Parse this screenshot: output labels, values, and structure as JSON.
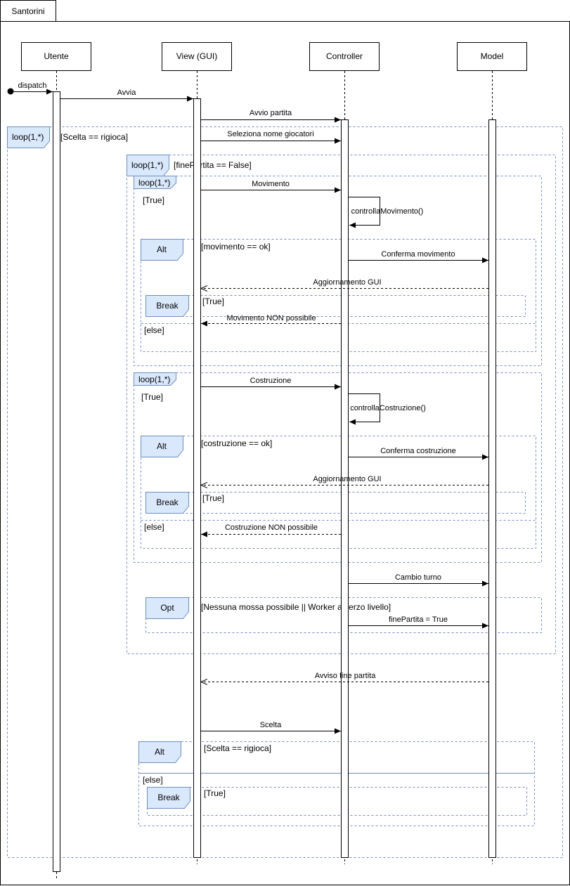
{
  "diagram_title": "Santorini",
  "participants": {
    "utente": "Utente",
    "view": "View (GUI)",
    "controller": "Controller",
    "model": "Model"
  },
  "messages": {
    "dispatch": "dispatch",
    "avvia": "Avvia",
    "avvio_partita": "Avvio partita",
    "seleziona_nome": "Seleziona nome giocatori",
    "movimento": "Movimento",
    "controlla_movimento": "controllaMovimento()",
    "conferma_movimento": "Conferma movimento",
    "aggiornamento_gui_1": "Aggiornamento GUI",
    "movimento_non_possibile": "Movimento NON possibile",
    "costruzione": "Costruzione",
    "controlla_costruzione": "controllaCostruzione()",
    "conferma_costruzione": "Conferma costruzione",
    "aggiornamento_gui_2": "Aggiornamento GUI",
    "costruzione_non_possibile": "Costruzione NON possibile",
    "cambio_turno": "Cambio turno",
    "fine_partita_true": "finePartita = True",
    "avviso_fine_partita": "Avviso fine partita",
    "scelta": "Scelta"
  },
  "fragments": {
    "outer_loop": {
      "label": "loop(1,*)",
      "guard": "[Scelta == rigioca]"
    },
    "game_loop": {
      "label": "loop(1,*)",
      "guard": "[finePartita == False]"
    },
    "move_loop": {
      "label": "loop(1,*)",
      "guard": "[True]"
    },
    "move_alt": {
      "label": "Alt",
      "guard": "[movimento == ok]",
      "else_guard": "[else]"
    },
    "move_break": {
      "label": "Break",
      "guard": "[True]"
    },
    "build_loop": {
      "label": "loop(1,*)",
      "guard": "[True]"
    },
    "build_alt": {
      "label": "Alt",
      "guard": "[costruzione == ok]",
      "else_guard": "[else]"
    },
    "build_break": {
      "label": "Break",
      "guard": "[True]"
    },
    "opt": {
      "label": "Opt",
      "guard": "[Nessuna mossa possibile || Worker al terzo livello]"
    },
    "end_alt": {
      "label": "Alt",
      "guard": "[Scelta == rigioca]",
      "else_guard": "[else]"
    },
    "end_break": {
      "label": "Break",
      "guard": "[True]"
    }
  },
  "colors": {
    "fragment_border": "#6c8ebf",
    "fragment_tab_fill": "#dae8fc",
    "line": "#000000"
  }
}
